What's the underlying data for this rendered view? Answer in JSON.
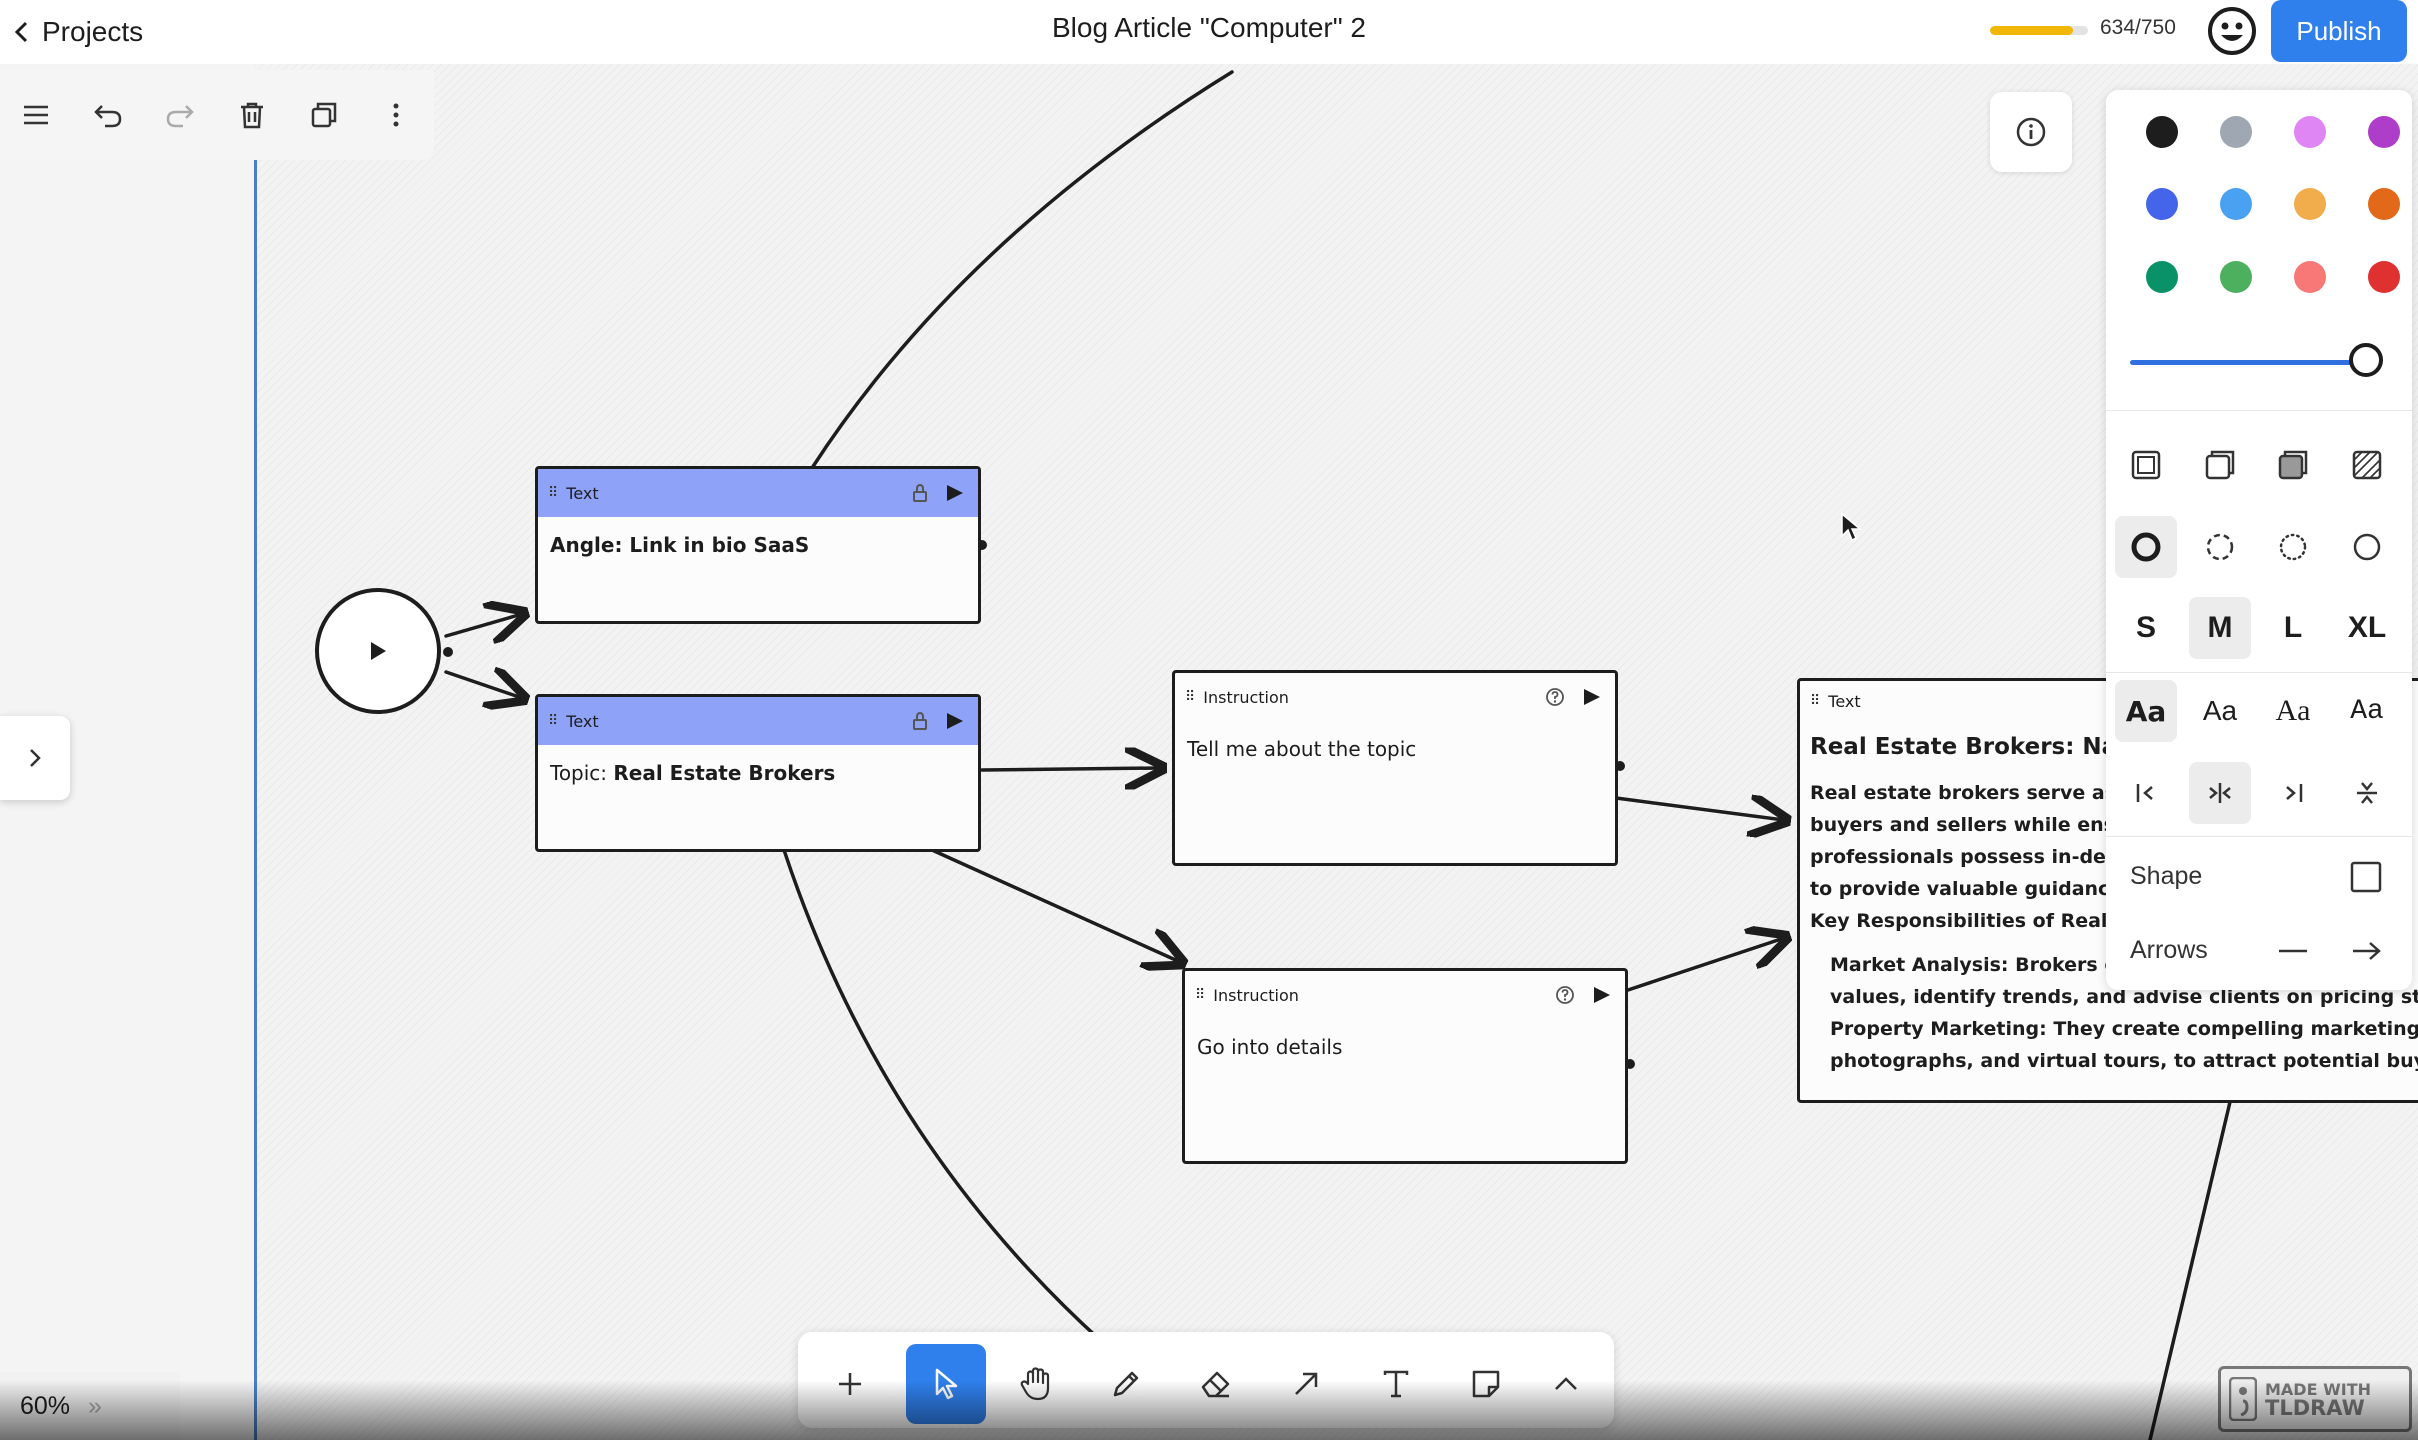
{
  "header": {
    "back_label": "Projects",
    "title": "Blog Article \"Computer\" 2",
    "progress_fraction": 0.845,
    "count_text": "634/750",
    "publish_label": "Publish"
  },
  "canvas": {
    "start_node": {
      "icon": "play-icon"
    },
    "nodes": [
      {
        "type_label": "Text",
        "content": "Angle: Link in bio SaaS"
      },
      {
        "type_label": "Text",
        "content_prefix": "Topic: ",
        "content_strong": "Real Estate Brokers"
      },
      {
        "type_label": "Instruction",
        "content": "Tell me about the topic"
      },
      {
        "type_label": "Instruction",
        "content": "Go into details"
      }
    ],
    "output_node": {
      "type_label": "Text",
      "title": "Real Estate Brokers: Navi",
      "lines": [
        "Real estate brokers serve as",
        "buyers and sellers while ens",
        "professionals possess in-dept",
        "to provide valuable guidance"
      ],
      "subhead": "Key Responsibilities of Real E",
      "bullets": [
        "Market Analysis: Brokers c",
        "values, identify trends, and advise clients on pricing stra",
        "Property Marketing: They create compelling marketing m",
        "photographs, and virtual tours, to attract potential buye"
      ]
    }
  },
  "style_panel": {
    "colors": [
      "#1d1d1d",
      "#9fa8b2",
      "#e085f4",
      "#ae3ec9",
      "#4465e9",
      "#4ba1f1",
      "#f1ac4b",
      "#e16919",
      "#099268",
      "#4cb05e",
      "#f87777",
      "#e03131"
    ],
    "opacity_fraction": 1.0,
    "size_options": [
      "S",
      "M",
      "L",
      "XL"
    ],
    "selected_size": "M",
    "font_sample": "Aa",
    "shape_label": "Shape",
    "arrows_label": "Arrows"
  },
  "zoom": {
    "level": "60%",
    "chevron": "»"
  },
  "watermark": {
    "line1": "MADE WITH",
    "line2": "TLDRAW"
  }
}
